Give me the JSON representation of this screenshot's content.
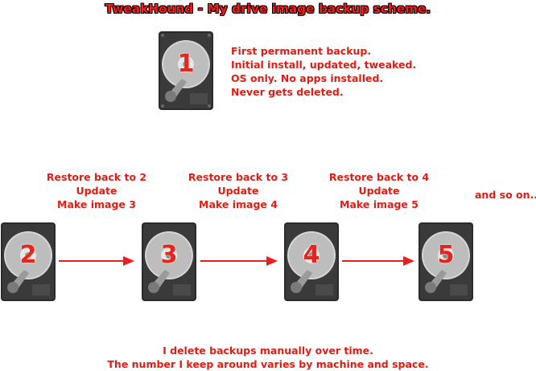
{
  "title": "TweakHound - My drive image backup scheme.",
  "first_backup": {
    "number": "1",
    "lines": [
      "First permanent backup.",
      "Initial install, updated, tweaked.",
      "OS only. No apps installed.",
      "Never gets deleted."
    ]
  },
  "steps": [
    {
      "lines": [
        "Restore back to 2",
        "Update",
        "Make image 3"
      ]
    },
    {
      "lines": [
        "Restore back to 3",
        "Update",
        "Make image 4"
      ]
    },
    {
      "lines": [
        "Restore back to 4",
        "Update",
        "Make image 5"
      ]
    }
  ],
  "and_so_on": "and so on...",
  "drives": [
    {
      "number": "2"
    },
    {
      "number": "3"
    },
    {
      "number": "4"
    },
    {
      "number": "5"
    }
  ],
  "footer": {
    "lines": [
      "I delete backups manually over time.",
      "The number I keep around varies by machine and space."
    ]
  },
  "colors": {
    "text": "#e31b12",
    "arrow": "#ee1c1c",
    "drive_body": "#2b2b2b",
    "platter": "#c9c9c9"
  }
}
